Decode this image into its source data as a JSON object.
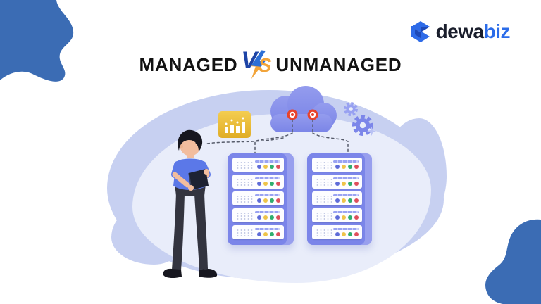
{
  "brand": {
    "name_prefix": "dewa",
    "name_suffix": "biz",
    "prefix_color": "#1a1e2c",
    "suffix_color": "#2b6ce9",
    "icon": "dewabiz-mark-icon",
    "icon_color": "#2e6be8"
  },
  "title": {
    "word_left": "MANAGED",
    "word_right": "UNMANAGED",
    "vs_v": "V",
    "vs_s": "S",
    "text_color": "#121212",
    "v_color": "#1d44a6",
    "s_color": "#f2a43a"
  },
  "decor": {
    "corner_blob_color": "#3b6cb4",
    "backdrop_color": "#c7d0f1",
    "backdrop_inner_color": "#e9edfa",
    "connector_line_color": "#565b6a"
  },
  "illustration": {
    "cloud_color": "#8790ea",
    "node_color": "#e8432c",
    "rack_color": "#7b85e9",
    "rack_count": 2,
    "units_per_rack": 5,
    "unit_color": "#ffffff",
    "status_dot_colors": [
      "#5f6cd8",
      "#eec449",
      "#2fae6e",
      "#de4f5c"
    ],
    "chart_icon_color": "#eec43c",
    "gear_color": "#7c86e9",
    "sparkle_color": "#b9c2f4",
    "person": {
      "shirt_color": "#5b78e8",
      "skin_color": "#f2bd9e",
      "hair_color": "#17171f",
      "pants_color": "#33343f",
      "tablet_color": "#1d2233"
    }
  }
}
